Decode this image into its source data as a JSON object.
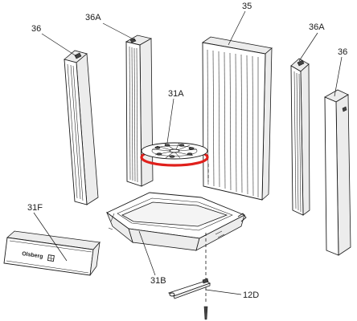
{
  "parts": [
    {
      "id": "36"
    },
    {
      "id": "36A"
    },
    {
      "id": "35"
    },
    {
      "id": "36A"
    },
    {
      "id": "36"
    },
    {
      "id": "31A"
    },
    {
      "id": "31F"
    },
    {
      "id": "31B"
    },
    {
      "id": "12D"
    }
  ],
  "brand_text": "Olsberg",
  "colors": {
    "highlight": "#e0201c",
    "line": "#1a1a1a"
  }
}
